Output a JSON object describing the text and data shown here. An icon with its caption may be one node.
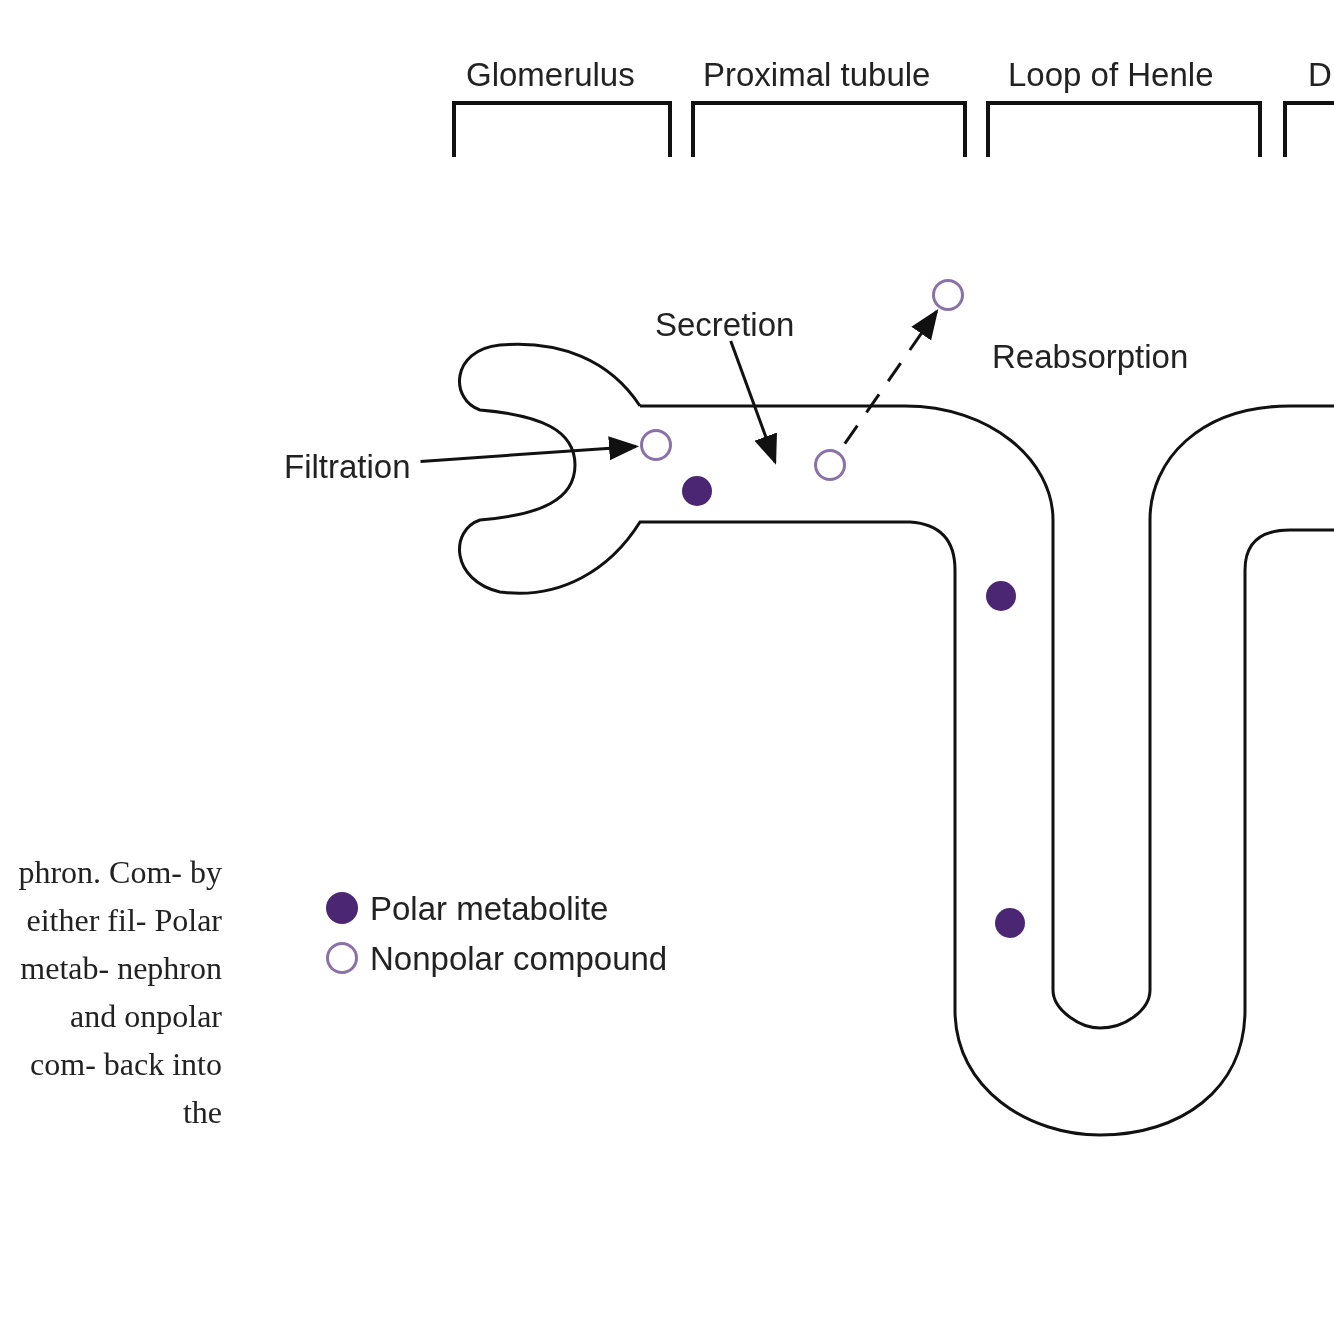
{
  "diagram": {
    "nodes": [
      {
        "text": [
          "Filtration"
        ]
      },
      {
        "text": [
          "Secretion"
        ]
      },
      {
        "text": [],
        "shape": "circle"
      },
      {
        "text": [],
        "shape": "circle"
      },
      {
        "text": [],
        "shape": "circle"
      }
    ],
    "edges": [
      {
        "from": 0,
        "to": 2,
        "arrow": "to"
      },
      {
        "from": 1,
        "to": null,
        "arrow": "to"
      },
      {
        "from": 3,
        "to": 4,
        "arrow": "to",
        "style": "dashed",
        "label": "Reabsorption"
      }
    ],
    "labels": [
      "Glomerulus",
      "Proximal tubule",
      "Loop of Henle",
      "D",
      "phron. Com- by either fil- Polar metab- nephron and onpolar com- back into the"
    ],
    "legend": [
      {
        "text": "Polar metabolite",
        "color": "#4b2672"
      },
      {
        "text": "Nonpolar compound"
      }
    ]
  }
}
